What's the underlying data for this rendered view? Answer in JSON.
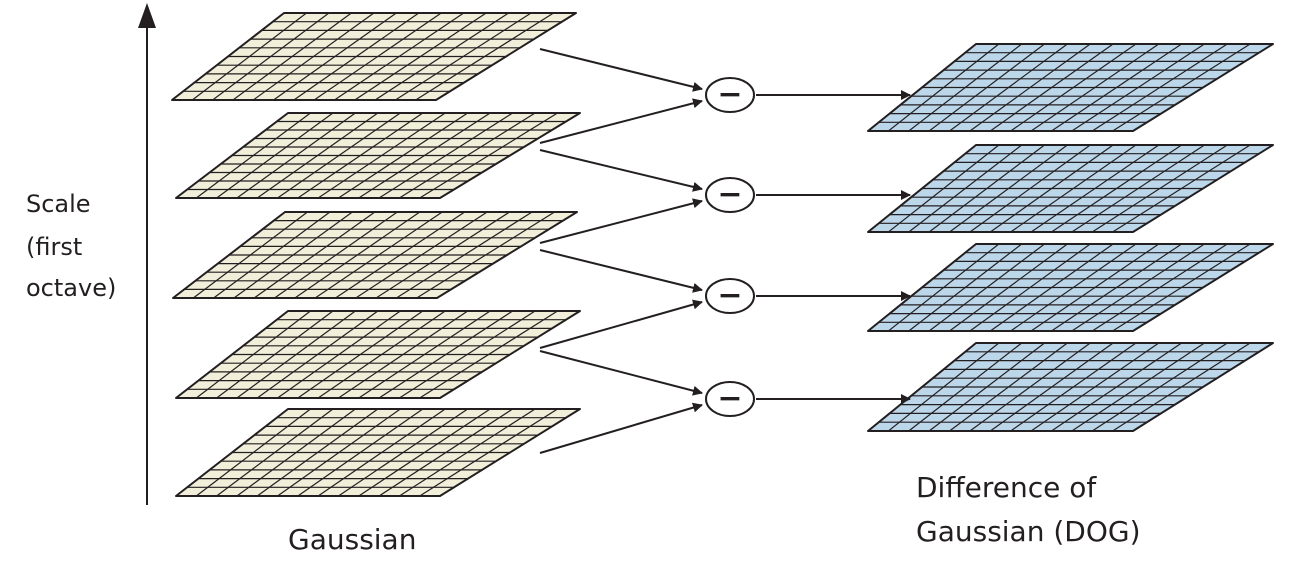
{
  "labels": {
    "axis_line_1": "Scale",
    "axis_line_2": "(first",
    "axis_line_3": "octave)",
    "gaussian": "Gaussian",
    "dog_line_1": "Difference of",
    "dog_line_2": "Gaussian (DOG)"
  },
  "operator_symbol": "−",
  "gaussian_layer_count": 5,
  "dog_layer_count": 4,
  "colors": {
    "gaussian_fill": "#f1eed9",
    "dog_fill": "#bdd7ea",
    "line": "#231f20"
  }
}
